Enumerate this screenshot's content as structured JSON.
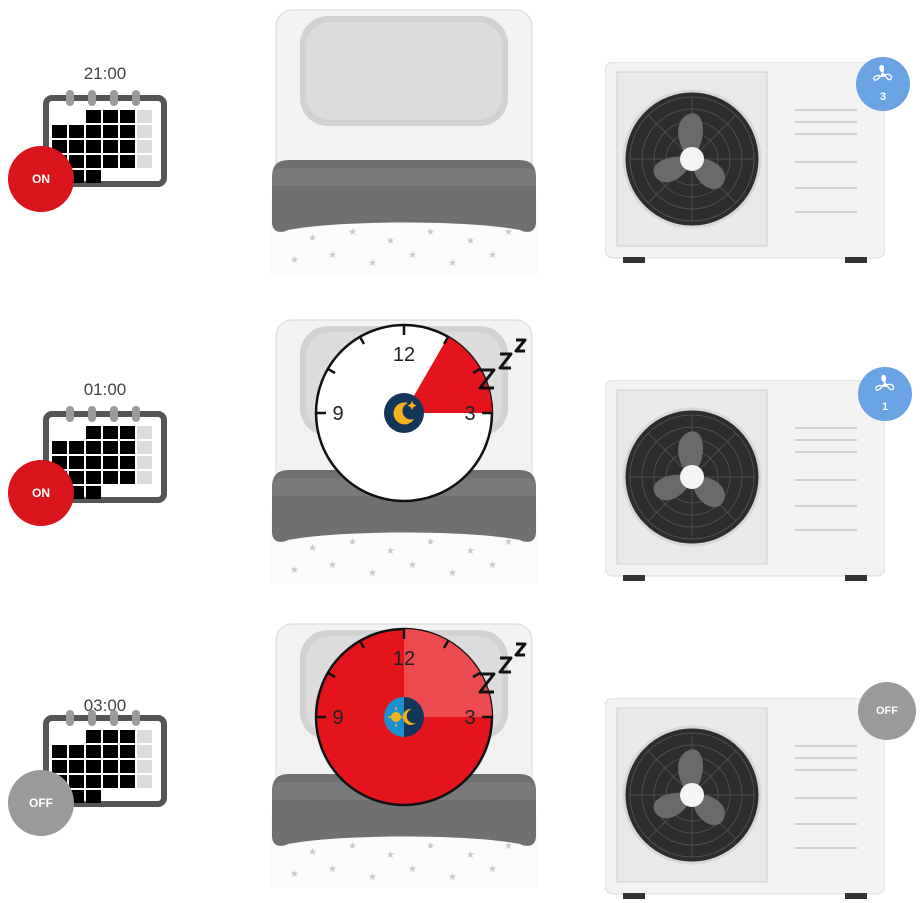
{
  "rows": [
    {
      "time": "21:00",
      "timer_status": "ON",
      "fan_speed": "3"
    },
    {
      "time": "01:00",
      "timer_status": "ON",
      "fan_speed": "1",
      "clock": {
        "n12": "12",
        "n3": "3",
        "n9": "9"
      }
    },
    {
      "time": "03:00",
      "timer_status": "OFF",
      "ac_status": "OFF",
      "clock": {
        "n12": "12",
        "n3": "3",
        "n9": "9"
      }
    }
  ],
  "icons": {
    "calendar": "calendar-icon",
    "bed": "bed-icon",
    "ac": "air-conditioner-outdoor-unit-icon",
    "fan": "fan-icon",
    "sleep": "zzz-icon",
    "night": "moon-stars-icon",
    "day_night": "sun-moon-icon"
  },
  "colors": {
    "on": "#d9151b",
    "off": "#9a9a9a",
    "fan_badge": "#6aa3e4",
    "clock_red": "#e3141c",
    "icon_navy": "#13365a",
    "icon_yellow": "#f5b21a"
  }
}
